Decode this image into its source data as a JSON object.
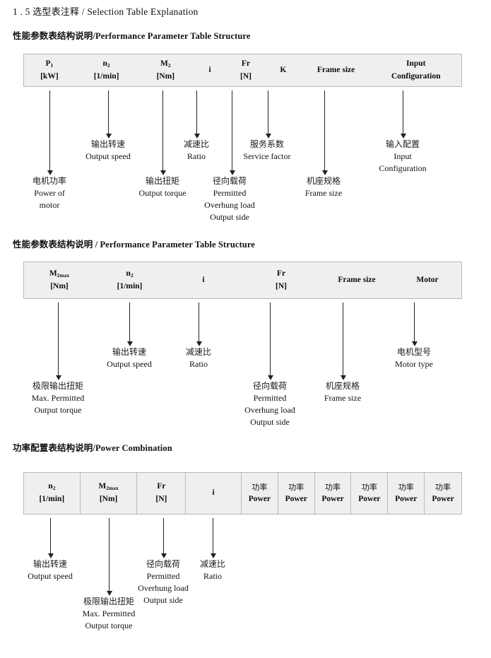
{
  "page": {
    "heading": {
      "number": "1 . 5",
      "cn": "选型表注释",
      "sep": "/",
      "en": "Selection Table Explanation"
    }
  },
  "sections": [
    {
      "id": "performance-parameter-1",
      "title_cn": "性能参数表结构说明",
      "title_sep": "/",
      "title_en": "Performance Parameter Table Structure",
      "table": {
        "divided": false,
        "columns": [
          {
            "sym": "P",
            "sub": "1",
            "unit": "[kW]"
          },
          {
            "sym": "n",
            "sub": "2",
            "unit": "[1/min]"
          },
          {
            "sym": "M",
            "sub": "2",
            "unit": "[Nm]"
          },
          {
            "sym": "i",
            "sub": "",
            "unit": ""
          },
          {
            "sym": "Fr",
            "sub": "",
            "unit": "[N]"
          },
          {
            "sym": "K",
            "sub": "",
            "unit": ""
          },
          {
            "sym": "Frame size",
            "sub": "",
            "unit": ""
          },
          {
            "sym": "Input",
            "sub": "",
            "unit": "Configuration"
          }
        ]
      },
      "notes": [
        {
          "cn": "电机功率",
          "en": [
            "Power of",
            "motor"
          ]
        },
        {
          "cn": "输出转速",
          "en": [
            "Output speed"
          ]
        },
        {
          "cn": "输出扭矩",
          "en": [
            "Output torque"
          ]
        },
        {
          "cn": "减速比",
          "en": [
            "Ratio"
          ]
        },
        {
          "cn": "径向载荷",
          "en": [
            "Permitted",
            "Overhung load",
            "Output side"
          ]
        },
        {
          "cn": "服务系数",
          "en": [
            "Service factor"
          ]
        },
        {
          "cn": "机座规格",
          "en": [
            "Frame size"
          ]
        },
        {
          "cn": "输入配置",
          "en": [
            "Input",
            "Configuration"
          ]
        }
      ]
    },
    {
      "id": "performance-parameter-2",
      "title_cn": "性能参数表结构说明",
      "title_sep": "/",
      "title_en": "Performance Parameter Table Structure",
      "table": {
        "divided": false,
        "columns": [
          {
            "sym": "M",
            "sub": "2max",
            "unit": "[Nm]"
          },
          {
            "sym": "n",
            "sub": "2",
            "unit": "[1/min]"
          },
          {
            "sym": "i",
            "sub": "",
            "unit": ""
          },
          {
            "sym": "Fr",
            "sub": "",
            "unit": "[N]"
          },
          {
            "sym": "Frame size",
            "sub": "",
            "unit": ""
          },
          {
            "sym": "Motor",
            "sub": "",
            "unit": ""
          }
        ]
      },
      "notes": [
        {
          "cn": "极限输出扭矩",
          "en": [
            "Max. Permitted",
            "Output  torque"
          ]
        },
        {
          "cn": "输出转速",
          "en": [
            "Output speed"
          ]
        },
        {
          "cn": "减速比",
          "en": [
            "Ratio"
          ]
        },
        {
          "cn": "径向载荷",
          "en": [
            "Permitted",
            "Overhung load",
            "Output side"
          ]
        },
        {
          "cn": "机座规格",
          "en": [
            "Frame size"
          ]
        },
        {
          "cn": "电机型号",
          "en": [
            "Motor type"
          ]
        }
      ]
    },
    {
      "id": "power-combination",
      "title_cn": "功率配置表结构说明",
      "title_sep": "/",
      "title_en": "Power Combination",
      "table": {
        "divided": true,
        "columns": [
          {
            "sym": "n",
            "sub": "2",
            "unit": "[1/min]"
          },
          {
            "sym": "M",
            "sub": "2max",
            "unit": "[Nm]"
          },
          {
            "sym": "Fr",
            "sub": "",
            "unit": "[N]"
          },
          {
            "sym": "i",
            "sub": "",
            "unit": ""
          },
          {
            "sym": "功率",
            "sub": "",
            "unit": "Power",
            "cn_head": true
          },
          {
            "sym": "功率",
            "sub": "",
            "unit": "Power",
            "cn_head": true
          },
          {
            "sym": "功率",
            "sub": "",
            "unit": "Power",
            "cn_head": true
          },
          {
            "sym": "功率",
            "sub": "",
            "unit": "Power",
            "cn_head": true
          },
          {
            "sym": "功率",
            "sub": "",
            "unit": "Power",
            "cn_head": true
          },
          {
            "sym": "功率",
            "sub": "",
            "unit": "Power",
            "cn_head": true
          }
        ]
      },
      "notes": [
        {
          "cn": "输出转速",
          "en": [
            "Output speed"
          ]
        },
        {
          "cn": "极限输出扭矩",
          "en": [
            "Max. Permitted",
            "Output  torque"
          ]
        },
        {
          "cn": "径向载荷",
          "en": [
            "Permitted",
            "Overhung load",
            "Output side"
          ]
        },
        {
          "cn": "减速比",
          "en": [
            "Ratio"
          ]
        }
      ]
    }
  ],
  "colors": {
    "table_fill": "#efefef",
    "table_border": "#b9b9b9",
    "text": "#1a1a1a",
    "arrow": "#222222"
  }
}
